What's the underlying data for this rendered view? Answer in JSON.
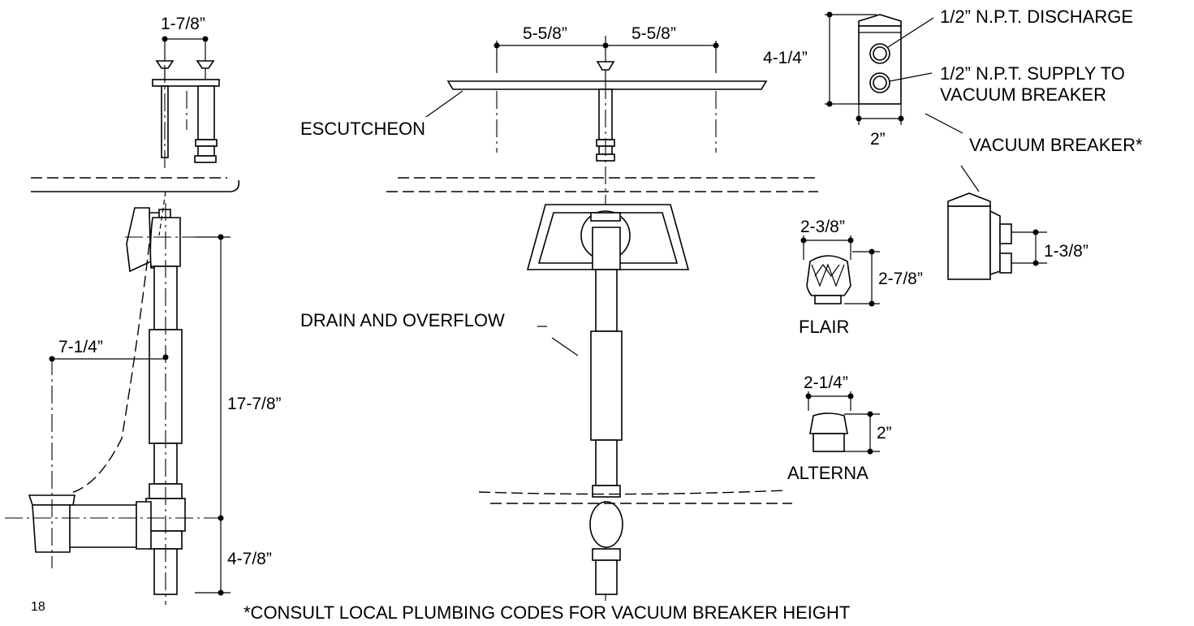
{
  "page_number": "18",
  "footnote": "*CONSULT LOCAL PLUMBING CODES FOR VACUUM BREAKER HEIGHT",
  "labels": {
    "escutcheon": "ESCUTCHEON",
    "drain_overflow": "DRAIN AND OVERFLOW",
    "discharge": "1/2” N.P.T. DISCHARGE",
    "supply_line1": "1/2” N.P.T. SUPPLY TO",
    "supply_line2": "VACUUM BREAKER",
    "vacuum_breaker": "VACUUM BREAKER*",
    "flair": "FLAIR",
    "alterna": "ALTERNA"
  },
  "dimensions": {
    "valve_spacing": "1-7/8”",
    "left_spread": "5-5/8”",
    "right_spread": "5-5/8”",
    "vb_height": "4-1/4”",
    "vb_width": "2”",
    "vb_port_spacing": "1-3/8”",
    "flair_width": "2-3/8”",
    "flair_height": "2-7/8”",
    "alterna_width": "2-1/4”",
    "alterna_height": "2”",
    "drain_offset": "7-1/4”",
    "drain_height": "17-7/8”",
    "below_floor": "4-7/8”"
  }
}
